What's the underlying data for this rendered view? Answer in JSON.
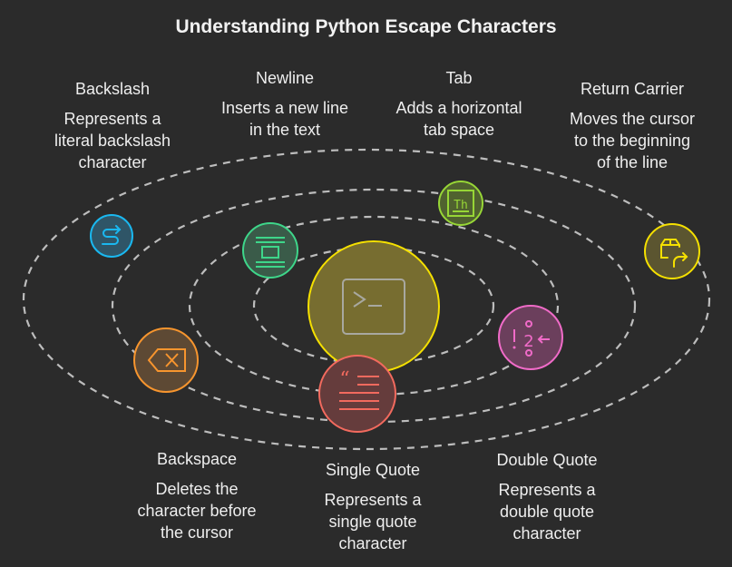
{
  "title": "Understanding Python Escape Characters",
  "center": {
    "icon": "terminal-icon",
    "color": "#f5e000"
  },
  "items": [
    {
      "name": "Backslash",
      "description": [
        "Represents a",
        "literal backslash",
        "character"
      ],
      "icon": "s-arrow-icon",
      "color": "#1ab8f0"
    },
    {
      "name": "Newline",
      "description": [
        "Inserts a new line",
        "in the text"
      ],
      "icon": "text-wrap-icon",
      "color": "#3ed68a"
    },
    {
      "name": "Tab",
      "description": [
        "Adds a horizontal",
        "tab space"
      ],
      "icon": "text-box-icon",
      "color": "#97d636"
    },
    {
      "name": "Return Carrier",
      "description": [
        "Moves the cursor",
        "to the beginning",
        "of the line"
      ],
      "icon": "package-return-icon",
      "color": "#f5e000"
    },
    {
      "name": "Backspace",
      "description": [
        "Deletes the",
        "character before",
        "the cursor"
      ],
      "icon": "backspace-icon",
      "color": "#f7952e"
    },
    {
      "name": "Single Quote",
      "description": [
        "Represents a",
        "single quote",
        "character"
      ],
      "icon": "quote-text-icon",
      "color": "#f26a5e"
    },
    {
      "name": "Double Quote",
      "description": [
        "Represents a",
        "double quote",
        "character"
      ],
      "icon": "exclaim-two-arrow-icon",
      "color": "#f06bc8"
    }
  ]
}
